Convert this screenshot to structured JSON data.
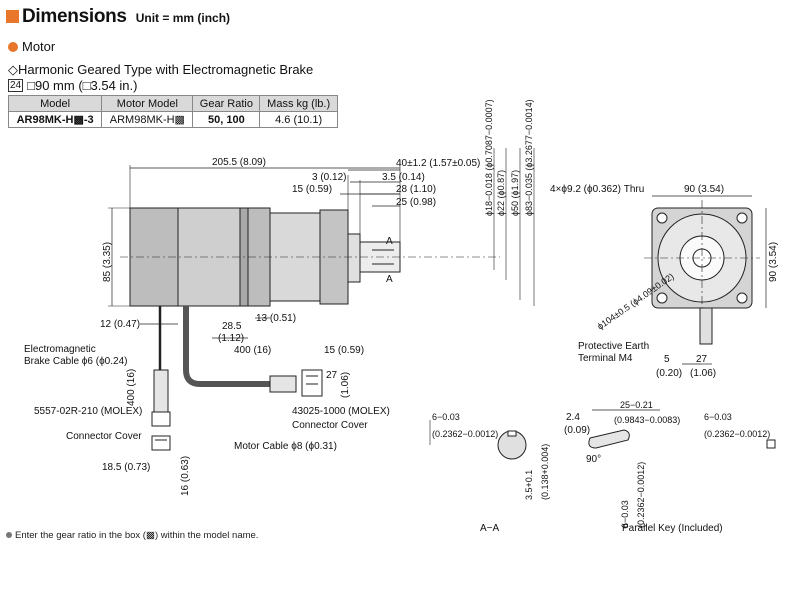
{
  "header": {
    "title": "Dimensions",
    "unit": "Unit = mm (inch)"
  },
  "section": {
    "label": "Motor"
  },
  "type_title": "◇Harmonic Geared Type with Electromagnetic Brake",
  "frame": {
    "badge": "24",
    "text": "□90 mm (□3.54 in.)"
  },
  "table": {
    "headers": [
      "Model",
      "Motor Model",
      "Gear Ratio",
      "Mass kg (lb.)"
    ],
    "row": [
      "AR98MK-H▩-3",
      "ARM98MK-H▩",
      "50, 100",
      "4.6 (10.1)"
    ]
  },
  "dims": {
    "d205": "205.5 (8.09)",
    "d40": "40±1.2 (1.57±0.05)",
    "d3": "3 (0.12)",
    "d35": "3.5 (0.14)",
    "d15": "15 (0.59)",
    "d28": "28 (1.10)",
    "d25": "25 (0.98)",
    "d85": "85 (3.35)",
    "d12": "12 (0.47)",
    "d13": "13 (0.51)",
    "d285": "28.5",
    "d112": "(1.12)",
    "d400a": "400 (16)",
    "d15b": "15 (0.59)",
    "d27": "27",
    "d106": "(1.06)",
    "d400b": "400 (16)",
    "d185": "18.5 (0.73)",
    "d16": "16 (0.63)",
    "phi18": "ϕ18−0.018 (ϕ0.7087−0.0007)",
    "phi22": "ϕ22 (ϕ0.87)",
    "phi50": "ϕ50 (ϕ1.97)",
    "phi83": "ϕ83−0.035 (ϕ3.2677−0.0014)",
    "holes": "4×ϕ9.2 (ϕ0.362) Thru",
    "d90top": "90 (3.54)",
    "d90side": "90 (3.54)",
    "pcd": "ϕ104±0.5 (ϕ4.09±0.02)",
    "d5": "5",
    "d020": "(0.20)",
    "d27b": "27",
    "d106b": "(1.06)",
    "key6a": "6−0.03",
    "key6a_in": "(0.2362−0.0012)",
    "key35": "3.5+0.1",
    "key35_in": "(0.138+0.004)",
    "key24": "2.4",
    "key009": "(0.09)",
    "key25": "25−0.21",
    "key25_in": "(0.9843−0.0083)",
    "key90": "90°",
    "key6b": "6−0.03",
    "key6b_in": "(0.2362−0.0012)",
    "key6c": "6−0.03",
    "key6c_in": "(0.2362−0.0012)"
  },
  "labels": {
    "brake_cable": "Electromagnetic",
    "brake_cable2": "Brake Cable ϕ6 (ϕ0.24)",
    "molex1": "5557-02R-210 (MOLEX)",
    "cover1": "Connector Cover",
    "motor_cable": "Motor Cable ϕ8 (ϕ0.31)",
    "molex2": "43025-1000 (MOLEX)",
    "cover2": "Connector Cover",
    "earth1": "Protective Earth",
    "earth2": "Terminal M4",
    "section_aa": "A−A",
    "parallel_key": "Parallel Key (Included)",
    "a_mark": "A"
  },
  "footnote": "Enter the gear ratio in the box (▩) within the model name."
}
